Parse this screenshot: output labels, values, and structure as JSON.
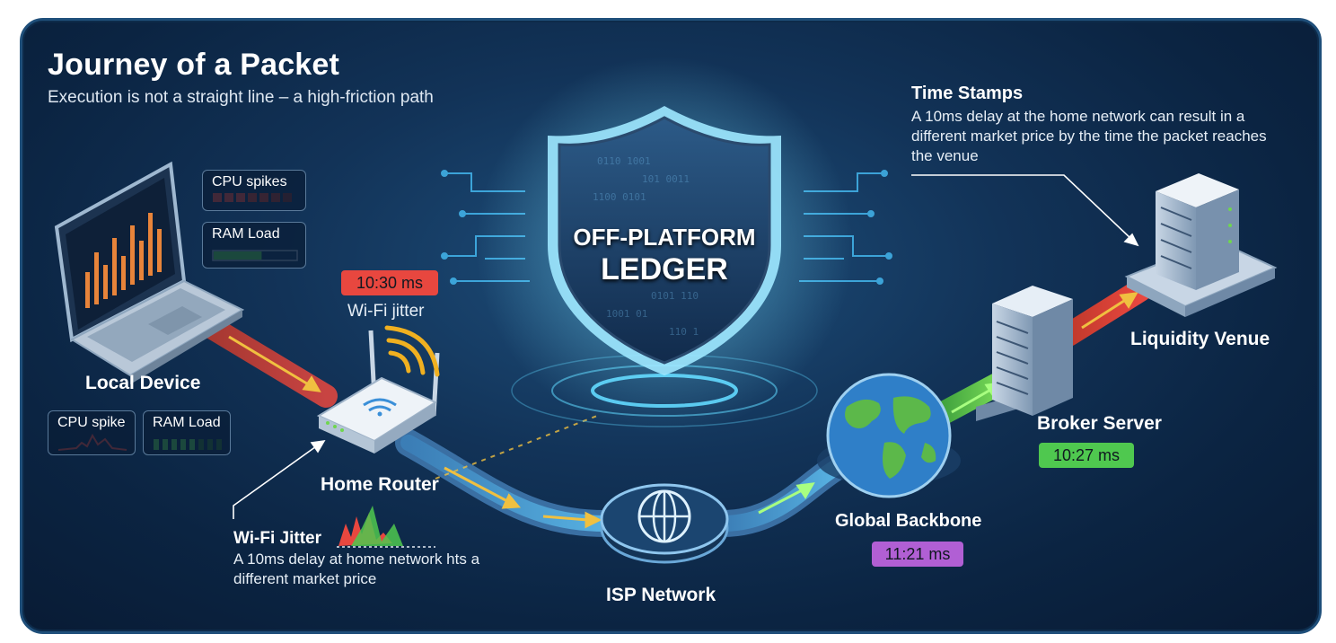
{
  "header": {
    "title": "Journey of a Packet",
    "subtitle": "Execution is not a straight line – a high-friction path"
  },
  "center": {
    "line1": "OFF-PLATFORM",
    "line2": "LEDGER"
  },
  "nodes": {
    "local_device": "Local Device",
    "home_router": "Home Router",
    "isp_network": "ISP Network",
    "global_backbone": "Global Backbone",
    "broker_server": "Broker Server",
    "liquidity_venue": "Liquidity Venue"
  },
  "monitors": {
    "laptop_cpu": "CPU spikes",
    "laptop_ram": "RAM Load",
    "device_cpu": "CPU spike",
    "device_ram": "RAM Load",
    "laptop_ram_level": 0.58
  },
  "latency": {
    "router": {
      "value": "10:30 ms",
      "caption": "Wi-Fi jitter",
      "color": "#e8473f"
    },
    "backbone": {
      "value": "11:21 ms",
      "color": "#b15fd4"
    },
    "broker": {
      "value": "10:27 ms",
      "color": "#4fc84f"
    }
  },
  "annotations": {
    "wifi_title": "Wi-Fi Jitter",
    "wifi_text": "A 10ms delay at home network hts a different market price",
    "ts_title": "Time Stamps",
    "ts_text": "A 10ms delay at the home network can result in a different market price by the time the packet reaches the venue"
  },
  "colors": {
    "background": "#0b2442",
    "accent": "#4fd3ff",
    "path_hot": "#e8473f",
    "path_warm": "#f0c040",
    "path_cool": "#5ab8e8",
    "path_good": "#6fd64f"
  }
}
